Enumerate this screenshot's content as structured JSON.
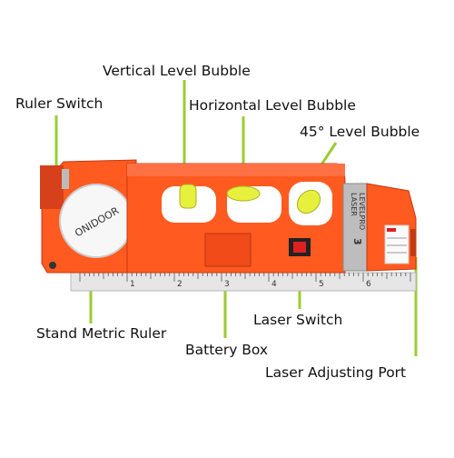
{
  "colors": {
    "tool_body": "#ff5a1f",
    "tool_dark": "#d6401a",
    "leader_line": "#9acd32",
    "bubble_liquid": "#e7f03c",
    "ruler": "#e6e6e6"
  },
  "labels": {
    "vertical_bubble": "Vertical Level Bubble",
    "ruler_switch": "Ruler Switch",
    "horizontal_bubble": "Horizontal Level Bubble",
    "bubble_45": "45° Level Bubble",
    "stand_ruler": "Stand Metric Ruler",
    "laser_switch": "Laser Switch",
    "battery_box": "Battery Box",
    "laser_port": "Laser Adjusting Port"
  },
  "device": {
    "brand": "ONIDOOR",
    "model_line1": "LASER",
    "model_line2": "LEVELPRO",
    "model_number": "3",
    "ruler_ticks": [
      "1",
      "2",
      "3",
      "4",
      "5",
      "6"
    ]
  }
}
